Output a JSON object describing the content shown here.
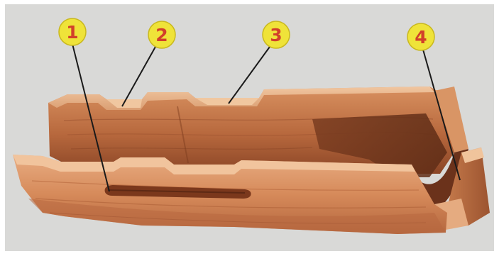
{
  "diagram": {
    "colors": {
      "background": "#d9d9d7",
      "wood_light": "#e3a277",
      "wood_mid": "#c8794b",
      "wood_dark": "#8e4a29",
      "wood_shadow": "#6b321b",
      "marker_fill": "#efe339",
      "marker_stroke": "#c9b81e",
      "marker_text": "#d2402a",
      "leader_line": "#1a1a1a"
    },
    "callouts": [
      {
        "id": "1",
        "label": "1"
      },
      {
        "id": "2",
        "label": "2"
      },
      {
        "id": "3",
        "label": "3"
      },
      {
        "id": "4",
        "label": "4"
      }
    ]
  }
}
